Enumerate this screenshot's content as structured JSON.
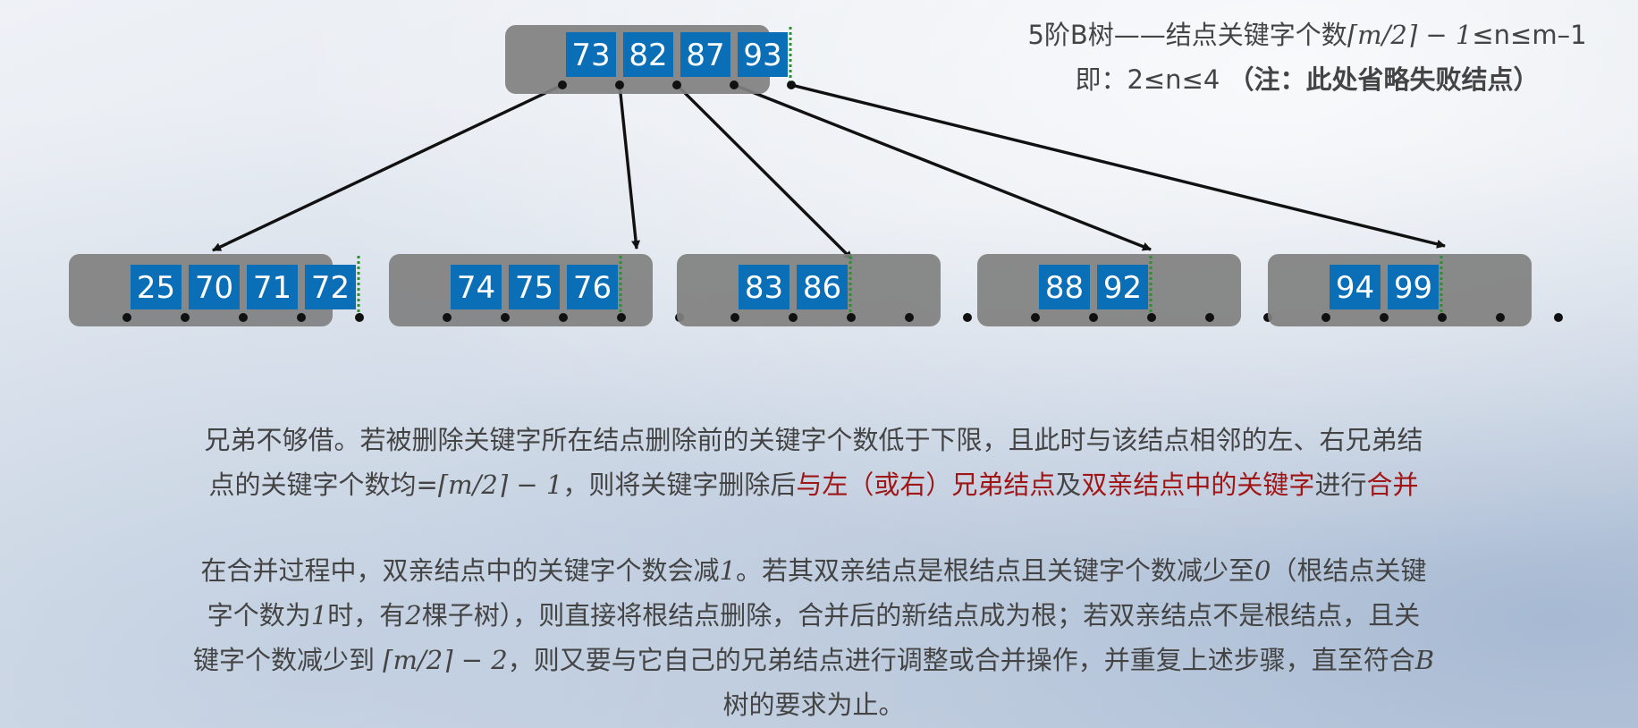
{
  "header": {
    "line1_prefix": "5阶B树——结点关键字个数",
    "line1_formula": "⌈m/2⌉ − 1",
    "line1_suffix": "≤n≤m–1",
    "line2_prefix": "即：2≤n≤4 ",
    "line2_note": "（注：此处省略失败结点）"
  },
  "tree": {
    "root": {
      "keys": [
        "73",
        "82",
        "87",
        "93"
      ],
      "pointers": 5
    },
    "children": [
      {
        "keys": [
          "25",
          "70",
          "71",
          "72"
        ],
        "pointers": 5
      },
      {
        "keys": [
          "74",
          "75",
          "76"
        ],
        "pointers": 5
      },
      {
        "keys": [
          "83",
          "86"
        ],
        "pointers": 5
      },
      {
        "keys": [
          "88",
          "92"
        ],
        "pointers": 5
      },
      {
        "keys": [
          "94",
          "99"
        ],
        "pointers": 5
      }
    ],
    "colors": {
      "node_bg": "#808080",
      "key_bg": "#0b6fb8",
      "key_text": "#ffffff",
      "divider": "#2f8f2f",
      "arrow": "#111111"
    }
  },
  "para1": {
    "l1": "兄弟不够借。若被删除关键字所在结点删除前的关键字个数低于下限，且此时与该结点相邻的左、右兄弟结",
    "l2_a": "点的关键字个数均=",
    "l2_formula": "⌈m/2⌉ − 1",
    "l2_b": "，则将关键字删除后",
    "l2_red1": "与左（或右）兄弟结点",
    "l2_c": "及",
    "l2_red2": "双亲结点中的关键字",
    "l2_d": "进行",
    "l2_red3": "合并"
  },
  "para2": {
    "l1_a": "在合并过程中，双亲结点中的关键字个数会减",
    "l1_one": "1",
    "l1_b": "。若其双亲结点是根结点且关键字个数减少至",
    "l1_zero": "0",
    "l1_c": "（根结点关键",
    "l2_a": "字个数为",
    "l2_one": "1",
    "l2_b": "时，有",
    "l2_two": "2",
    "l2_c": "棵子树），则直接将根结点删除，合并后的新结点成为根；若双亲结点不是根结点，且关",
    "l3_a": "键字个数减少到 ",
    "l3_formula": "⌈m/2⌉ − 2",
    "l3_b": "，则又要与它自己的兄弟结点进行调整或合并操作，并重复上述步骤，直至符合",
    "l3_B": "B",
    "l4": "树的要求为止。"
  }
}
